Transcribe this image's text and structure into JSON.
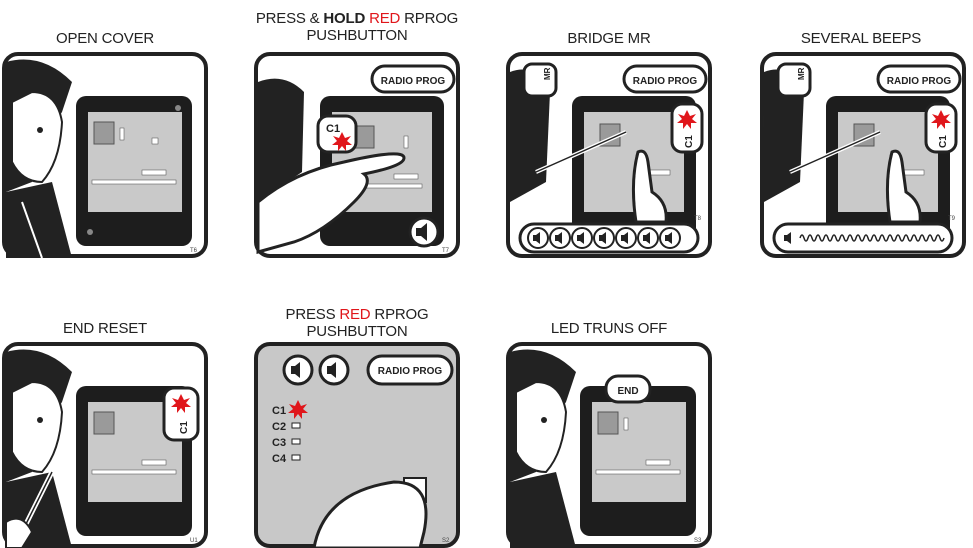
{
  "colors": {
    "accent_red": "#e0161b",
    "frame": "#222222",
    "gray": "#c8c8c8",
    "dark": "#1a1a1a"
  },
  "steps": [
    {
      "caption_line1": "OPEN COVER",
      "caption_line2": "",
      "corner": "T6"
    },
    {
      "caption_parts": [
        "PRESS & ",
        "HOLD",
        " ",
        "RED",
        " RPROG"
      ],
      "caption_line2": "PUSHBUTTON",
      "bubble": "RADIO PROG",
      "led_label": "C1",
      "corner": "T7"
    },
    {
      "caption_line1": "BRIDGE MR",
      "caption_line2": "",
      "bubble": "RADIO PROG",
      "jumper_label": "MR",
      "led_label": "C1",
      "corner": "T8"
    },
    {
      "caption_line1": "SEVERAL BEEPS",
      "caption_line2": "",
      "bubble": "RADIO PROG",
      "jumper_label": "MR",
      "led_label": "C1",
      "corner": "T9"
    },
    {
      "caption_line1": "END RESET",
      "caption_line2": "",
      "led_label": "C1",
      "corner": "U1"
    },
    {
      "caption_parts": [
        "PRESS ",
        "RED",
        " R",
        "PROG"
      ],
      "caption_line2": "PUSHBUTTON",
      "bubble": "RADIO PROG",
      "channels": [
        "C1",
        "C2",
        "C3",
        "C4"
      ],
      "corner": "S2"
    },
    {
      "caption_line1": "LED TRUNS OFF",
      "caption_line2": "",
      "bubble": "END",
      "corner": "S3"
    }
  ]
}
